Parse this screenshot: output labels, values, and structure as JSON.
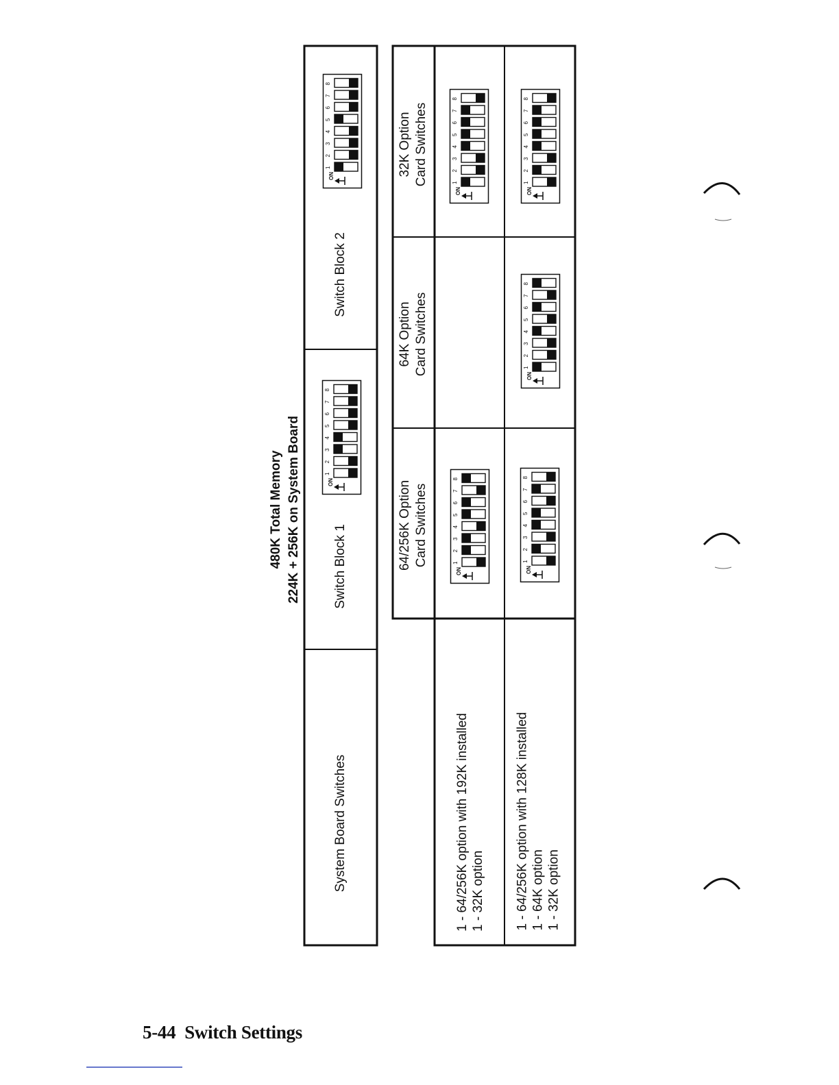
{
  "title": {
    "line1": "480K Total Memory",
    "line2": "224K + 256K on System Board"
  },
  "system_board_table": {
    "headers": [
      "System Board Switches",
      "Switch Block 1",
      "Switch Block 2"
    ]
  },
  "option_table": {
    "headers": [
      "64/256K Option Card Switches",
      "64K Option Card Switches",
      "32K Option Card Switches"
    ],
    "header_lines": {
      "c64_256": [
        "64/256K Option",
        "Card Switches"
      ],
      "c64": [
        "64K Option",
        "Card Switches"
      ],
      "c32": [
        "32K Option",
        "Card Switches"
      ]
    },
    "rows": [
      {
        "lines": [
          "1 - 64/256K option with 192K installed",
          "1 - 32K option"
        ]
      },
      {
        "lines": [
          "1 - 64/256K option with 128K installed",
          "1 - 64K option",
          "1 - 32K option"
        ]
      }
    ]
  },
  "dip_switch": {
    "on_label": "ON",
    "numbers": [
      "1",
      "2",
      "3",
      "4",
      "5",
      "6",
      "7",
      "8"
    ],
    "note": "state: 1 = ON, 0 = OFF",
    "settings": {
      "system_block_1": [
        0,
        0,
        1,
        1,
        0,
        0,
        0,
        0
      ],
      "system_block_2": [
        1,
        0,
        0,
        0,
        1,
        0,
        0,
        0
      ],
      "row1_64_256": [
        0,
        1,
        1,
        0,
        1,
        1,
        0,
        1
      ],
      "row1_32": [
        1,
        0,
        0,
        1,
        1,
        1,
        1,
        0
      ],
      "row2_64_256": [
        0,
        1,
        0,
        1,
        1,
        0,
        1,
        0
      ],
      "row2_64": [
        1,
        0,
        0,
        1,
        0,
        1,
        0,
        1
      ],
      "row2_32": [
        0,
        1,
        0,
        1,
        1,
        1,
        1,
        0
      ]
    }
  },
  "footer": {
    "page_number": "5-44",
    "section": "Switch Settings"
  }
}
